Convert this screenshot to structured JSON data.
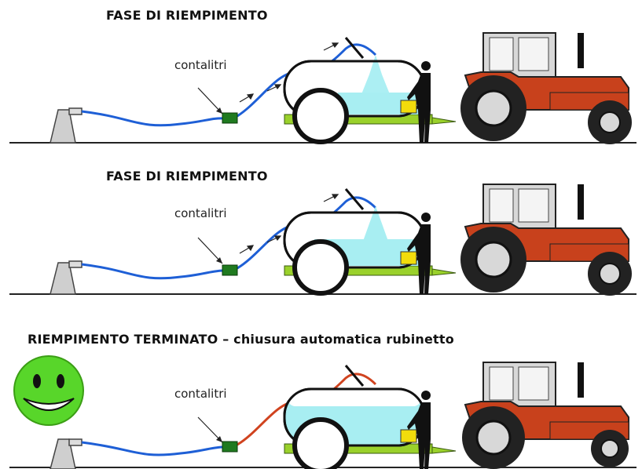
{
  "panels": [
    {
      "title": "FASE DI RIEMPIMENTO",
      "meter_label": "contalitri",
      "hose_color": "#1e5fd6",
      "water_level": "filling"
    },
    {
      "title": "FASE DI RIEMPIMENTO",
      "meter_label": "contalitri",
      "hose_color": "#1e5fd6",
      "water_level": "filling"
    },
    {
      "title": "RIEMPIMENTO TERMINATO – chiusura automatica rubinetto",
      "meter_label": "contalitri",
      "hose_color": "#d0431f",
      "water_level": "full"
    }
  ],
  "colors": {
    "tank_water": "#a8eef2",
    "meter": "#1f7a1f",
    "trailer": "#9ad12b",
    "tractor": "#c8411c",
    "smiley": "#58d62a"
  },
  "icons": {
    "smiley": "smiley-face-icon"
  }
}
